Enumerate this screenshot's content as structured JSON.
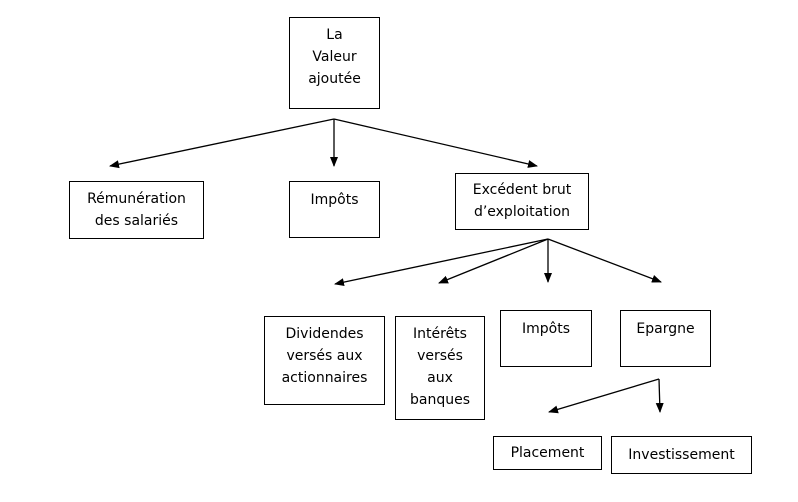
{
  "diagram": {
    "root": {
      "lines": [
        "La",
        "Valeur",
        "ajoutée"
      ]
    },
    "remuneration": {
      "lines": [
        "Rémunération",
        "des salariés"
      ]
    },
    "impots_1": {
      "lines": [
        "Impôts"
      ]
    },
    "ebe": {
      "lines": [
        "Excédent brut",
        "d’exploitation"
      ]
    },
    "dividendes": {
      "lines": [
        "Dividendes",
        "versés aux",
        "actionnaires"
      ]
    },
    "interets": {
      "lines": [
        "Intérêts",
        "versés",
        "aux",
        "banques"
      ]
    },
    "impots_2": {
      "lines": [
        "Impôts"
      ]
    },
    "epargne": {
      "lines": [
        "Epargne"
      ]
    },
    "placement": {
      "lines": [
        "Placement"
      ]
    },
    "investissement": {
      "lines": [
        "Investissement"
      ]
    }
  }
}
